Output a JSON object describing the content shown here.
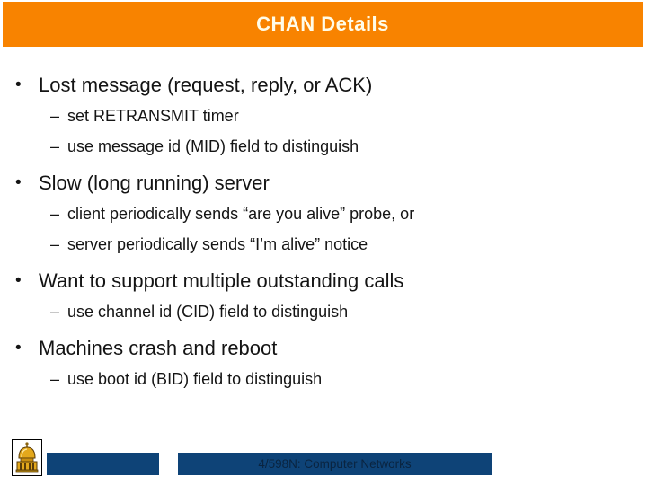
{
  "slide": {
    "title": "CHAN Details",
    "bullet_marker": "•",
    "sub_marker": "–",
    "bullets": [
      {
        "label": "Lost message (request, reply, or ACK)",
        "subs": [
          "set RETRANSMIT timer",
          "use message id (MID) field to distinguish"
        ]
      },
      {
        "label": "Slow (long running) server",
        "subs": [
          "client periodically sends “are you alive” probe, or",
          "server periodically sends “I’m alive” notice"
        ]
      },
      {
        "label": "Want to support multiple outstanding calls",
        "subs": [
          "use channel id (CID) field to distinguish"
        ]
      },
      {
        "label": "Machines crash and reboot",
        "subs": [
          "use boot id (BID) field to distinguish"
        ]
      }
    ],
    "footer": {
      "course_label": "4/598N: Computer Networks"
    },
    "icons": {
      "logo": "notre-dame-dome-logo"
    },
    "colors": {
      "header_bg": "#F88300",
      "header_text": "#FFFCE8",
      "footer_bar": "#0E4377",
      "footer_text": "#0A2440",
      "body_text": "#141414"
    }
  }
}
